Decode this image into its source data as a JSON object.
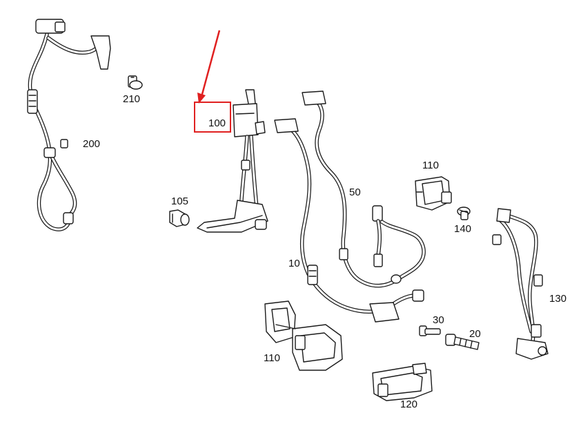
{
  "highlight": {
    "part_number": "100",
    "color": "#e02020"
  },
  "parts": [
    {
      "id": "p200",
      "number": "200"
    },
    {
      "id": "p210",
      "number": "210"
    },
    {
      "id": "p100",
      "number": "100"
    },
    {
      "id": "p105",
      "number": "105"
    },
    {
      "id": "p50",
      "number": "50"
    },
    {
      "id": "p10",
      "number": "10"
    },
    {
      "id": "p110a",
      "number": "110"
    },
    {
      "id": "p140",
      "number": "140"
    },
    {
      "id": "p130",
      "number": "130"
    },
    {
      "id": "p110b",
      "number": "110"
    },
    {
      "id": "p30",
      "number": "30"
    },
    {
      "id": "p20",
      "number": "20"
    },
    {
      "id": "p120",
      "number": "120"
    }
  ]
}
